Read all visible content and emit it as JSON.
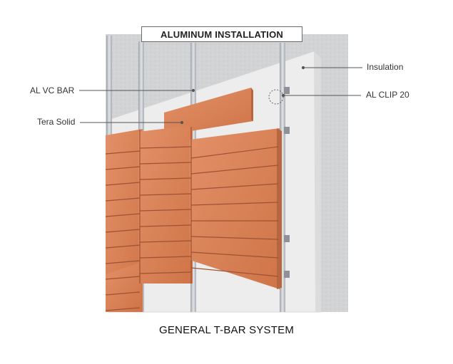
{
  "diagram": {
    "title": "ALUMINUM INSTALLATION",
    "caption": "GENERAL T-BAR SYSTEM",
    "callouts": {
      "insulation": "Insulation",
      "al_vc_bar": "AL VC BAR",
      "al_clip": "AL CLIP 20",
      "tera_solid": "Tera Solid"
    },
    "colors": {
      "wall": "#d2d4d6",
      "insulation": "#eeeeee",
      "rail": "#c4c7cb",
      "panel": "#d9825a",
      "panel_shadow": "#b8663f",
      "leader": "#555555"
    }
  }
}
